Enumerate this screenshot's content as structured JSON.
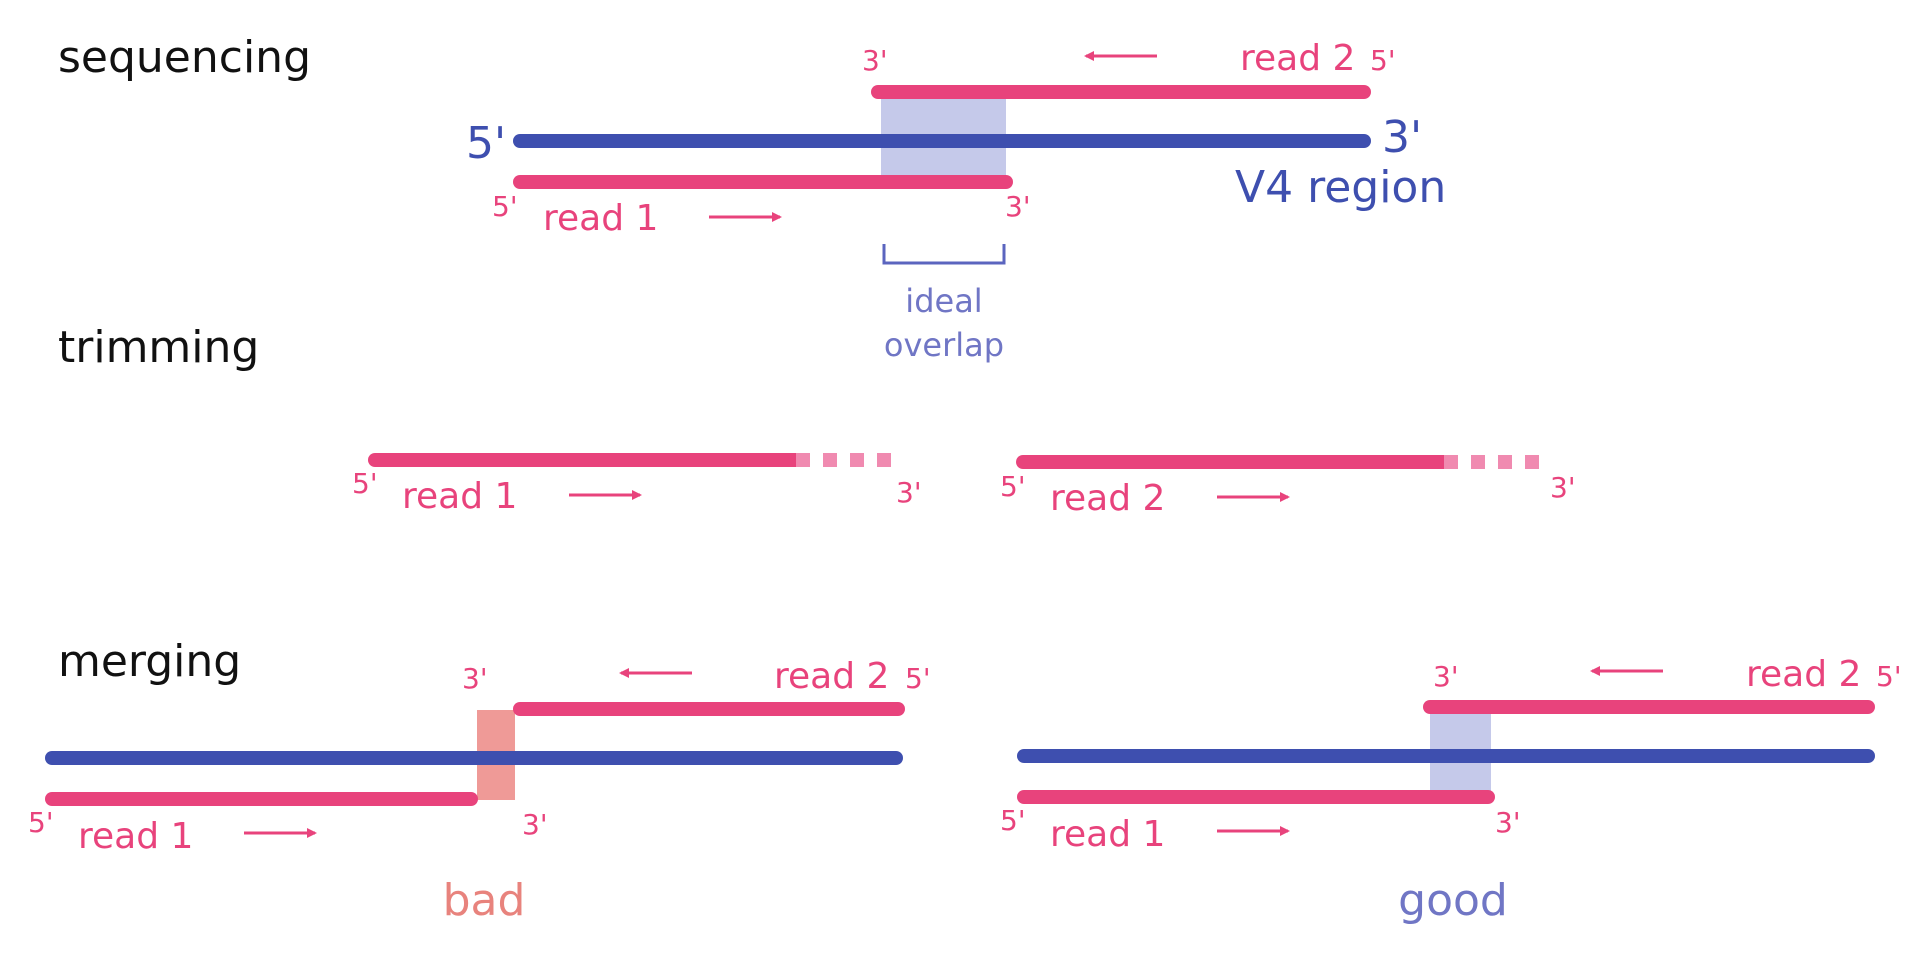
{
  "colors": {
    "pink": "#e8437c",
    "pink_light": "#f08ab0",
    "blue": "#3e4faf",
    "overlap_good": "#c5c9ea",
    "overlap_bad": "#ef9a97",
    "good_text": "#5b65bf",
    "bad_text": "#e8837d"
  },
  "sections": {
    "sequencing": "sequencing",
    "trimming": "trimming",
    "merging": "merging"
  },
  "labels": {
    "prime5": "5'",
    "prime3": "3'",
    "read1": "read 1",
    "read2": "read 2",
    "v4_region": "V4 region",
    "ideal": "ideal",
    "overlap": "overlap",
    "bad": "bad",
    "good": "good"
  }
}
